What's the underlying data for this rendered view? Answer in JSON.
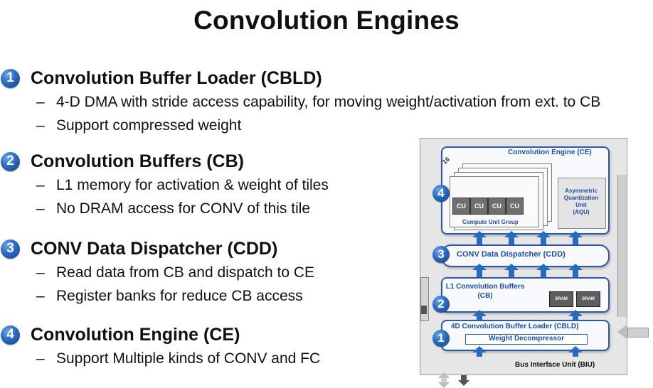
{
  "title": "Convolution Engines",
  "sections": [
    {
      "num": "1",
      "title": "Convolution Buffer Loader (CBLD)",
      "bullets": [
        "4-D DMA with stride access capability, for moving weight/activation from ext. to CB",
        "Support compressed weight"
      ]
    },
    {
      "num": "2",
      "title": "Convolution Buffers (CB)",
      "bullets": [
        "L1 memory for activation & weight of tiles",
        "No DRAM access for CONV of this tile"
      ]
    },
    {
      "num": "3",
      "title": "CONV Data Dispatcher (CDD)",
      "bullets": [
        "Read data from CB and dispatch to CE",
        "Register banks for reduce CB access"
      ]
    },
    {
      "num": "4",
      "title": "Convolution Engine (CE)",
      "bullets": [
        "Support Multiple kinds of CONV and FC"
      ]
    }
  ],
  "diagram": {
    "ce_label": "Convolution Engine (CE)",
    "stack_count": "16",
    "cu_label": "CU",
    "cug_label": "Compute Unit Group",
    "aqu_label": "Asymmetric\nQuantization\nUnit\n(AQU)",
    "cdd_label": "CONV Data Dispatcher (CDD)",
    "cb_label": "L1 Convolution Buffers\n(CB)",
    "sram_label": "SRAM",
    "cbld_label": "4D Convolution Buffer Loader (CBLD)",
    "wd_label": "Weight Decompressor",
    "biu_label": "Bus Interface Unit (BIU)",
    "badges": [
      "4",
      "3",
      "2",
      "1"
    ]
  },
  "colors": {
    "accent_blue": "#2a6bc2",
    "panel_border": "#2c5aa8",
    "label_blue": "#1f4ea8"
  }
}
